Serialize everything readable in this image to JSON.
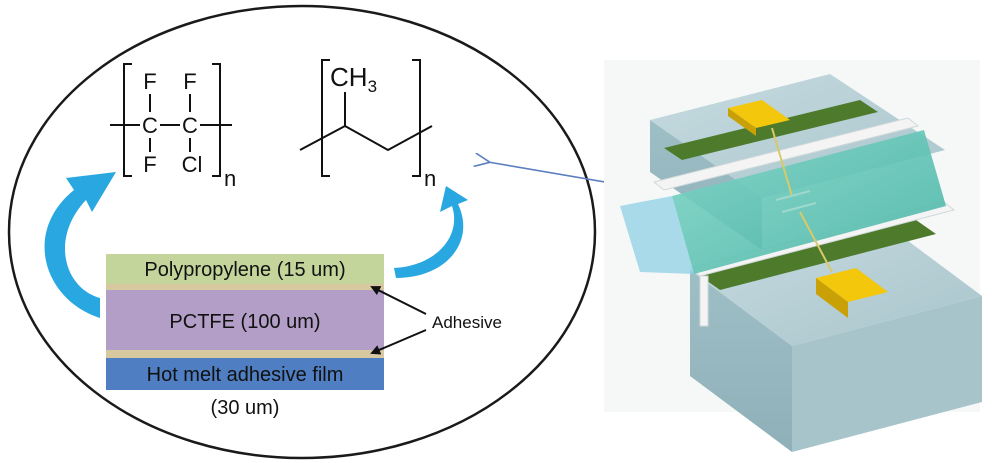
{
  "structures": {
    "pctfe": {
      "atom_f": "F",
      "atom_c": "C",
      "atom_cl": "Cl",
      "repeat_n": "n"
    },
    "polypropylene": {
      "methyl_ch": "CH",
      "methyl_sub": "3",
      "repeat_n": "n"
    }
  },
  "laminate": {
    "layers": [
      {
        "label": "Polypropylene (15 um)",
        "color": "#c3d59b"
      },
      {
        "label": "PCTFE (100 um)",
        "color": "#b29ec7"
      },
      {
        "label": "Hot melt adhesive film",
        "color": "#4f7ec3"
      }
    ],
    "hot_melt_thickness": "(30 um)",
    "adhesive_color": "#d8c8a0",
    "callout": "Adhesive"
  },
  "colors": {
    "ellipse_stroke": "#1a1a1a",
    "arrow_blue": "#29a7e1",
    "pointer_line": "#5b7fbf",
    "block": "#b8d0d6",
    "gold": "#f2c70c",
    "green_strip": "#4e7a2c",
    "film": "#5fc7b6",
    "frame": "#f4f4f4"
  }
}
